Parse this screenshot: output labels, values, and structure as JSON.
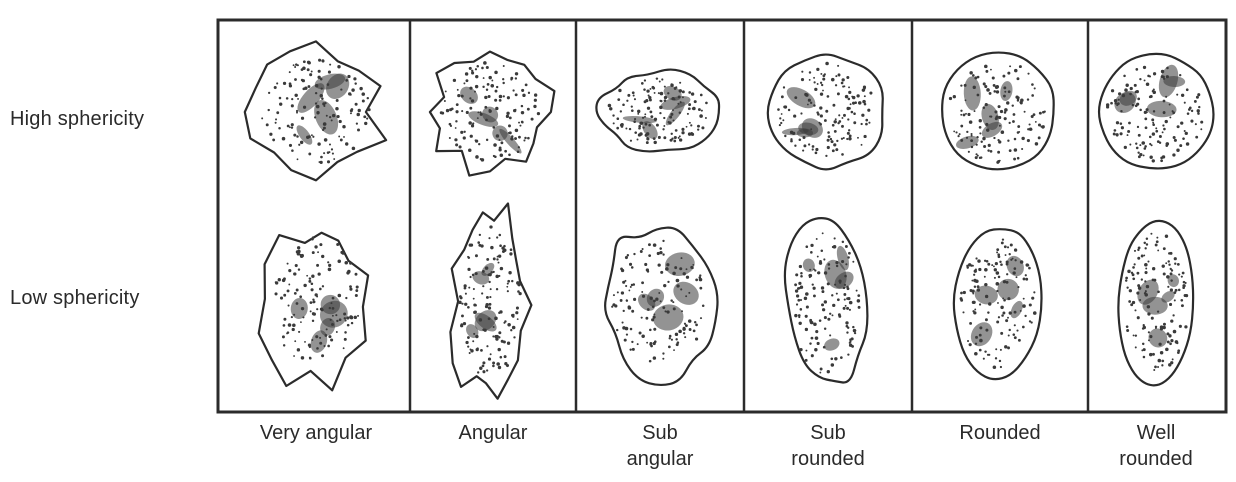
{
  "rows": [
    {
      "label": "High sphericity"
    },
    {
      "label": "Low sphericity"
    }
  ],
  "columns": [
    {
      "label": "Very angular"
    },
    {
      "label": "Angular"
    },
    {
      "label": "Sub\nangular"
    },
    {
      "label": "Sub\nrounded"
    },
    {
      "label": "Rounded"
    },
    {
      "label": "Well\nrounded"
    }
  ],
  "colors": {
    "ink": "#2b2b2b",
    "stipple": "#3a3a3a",
    "background": "#ffffff"
  }
}
